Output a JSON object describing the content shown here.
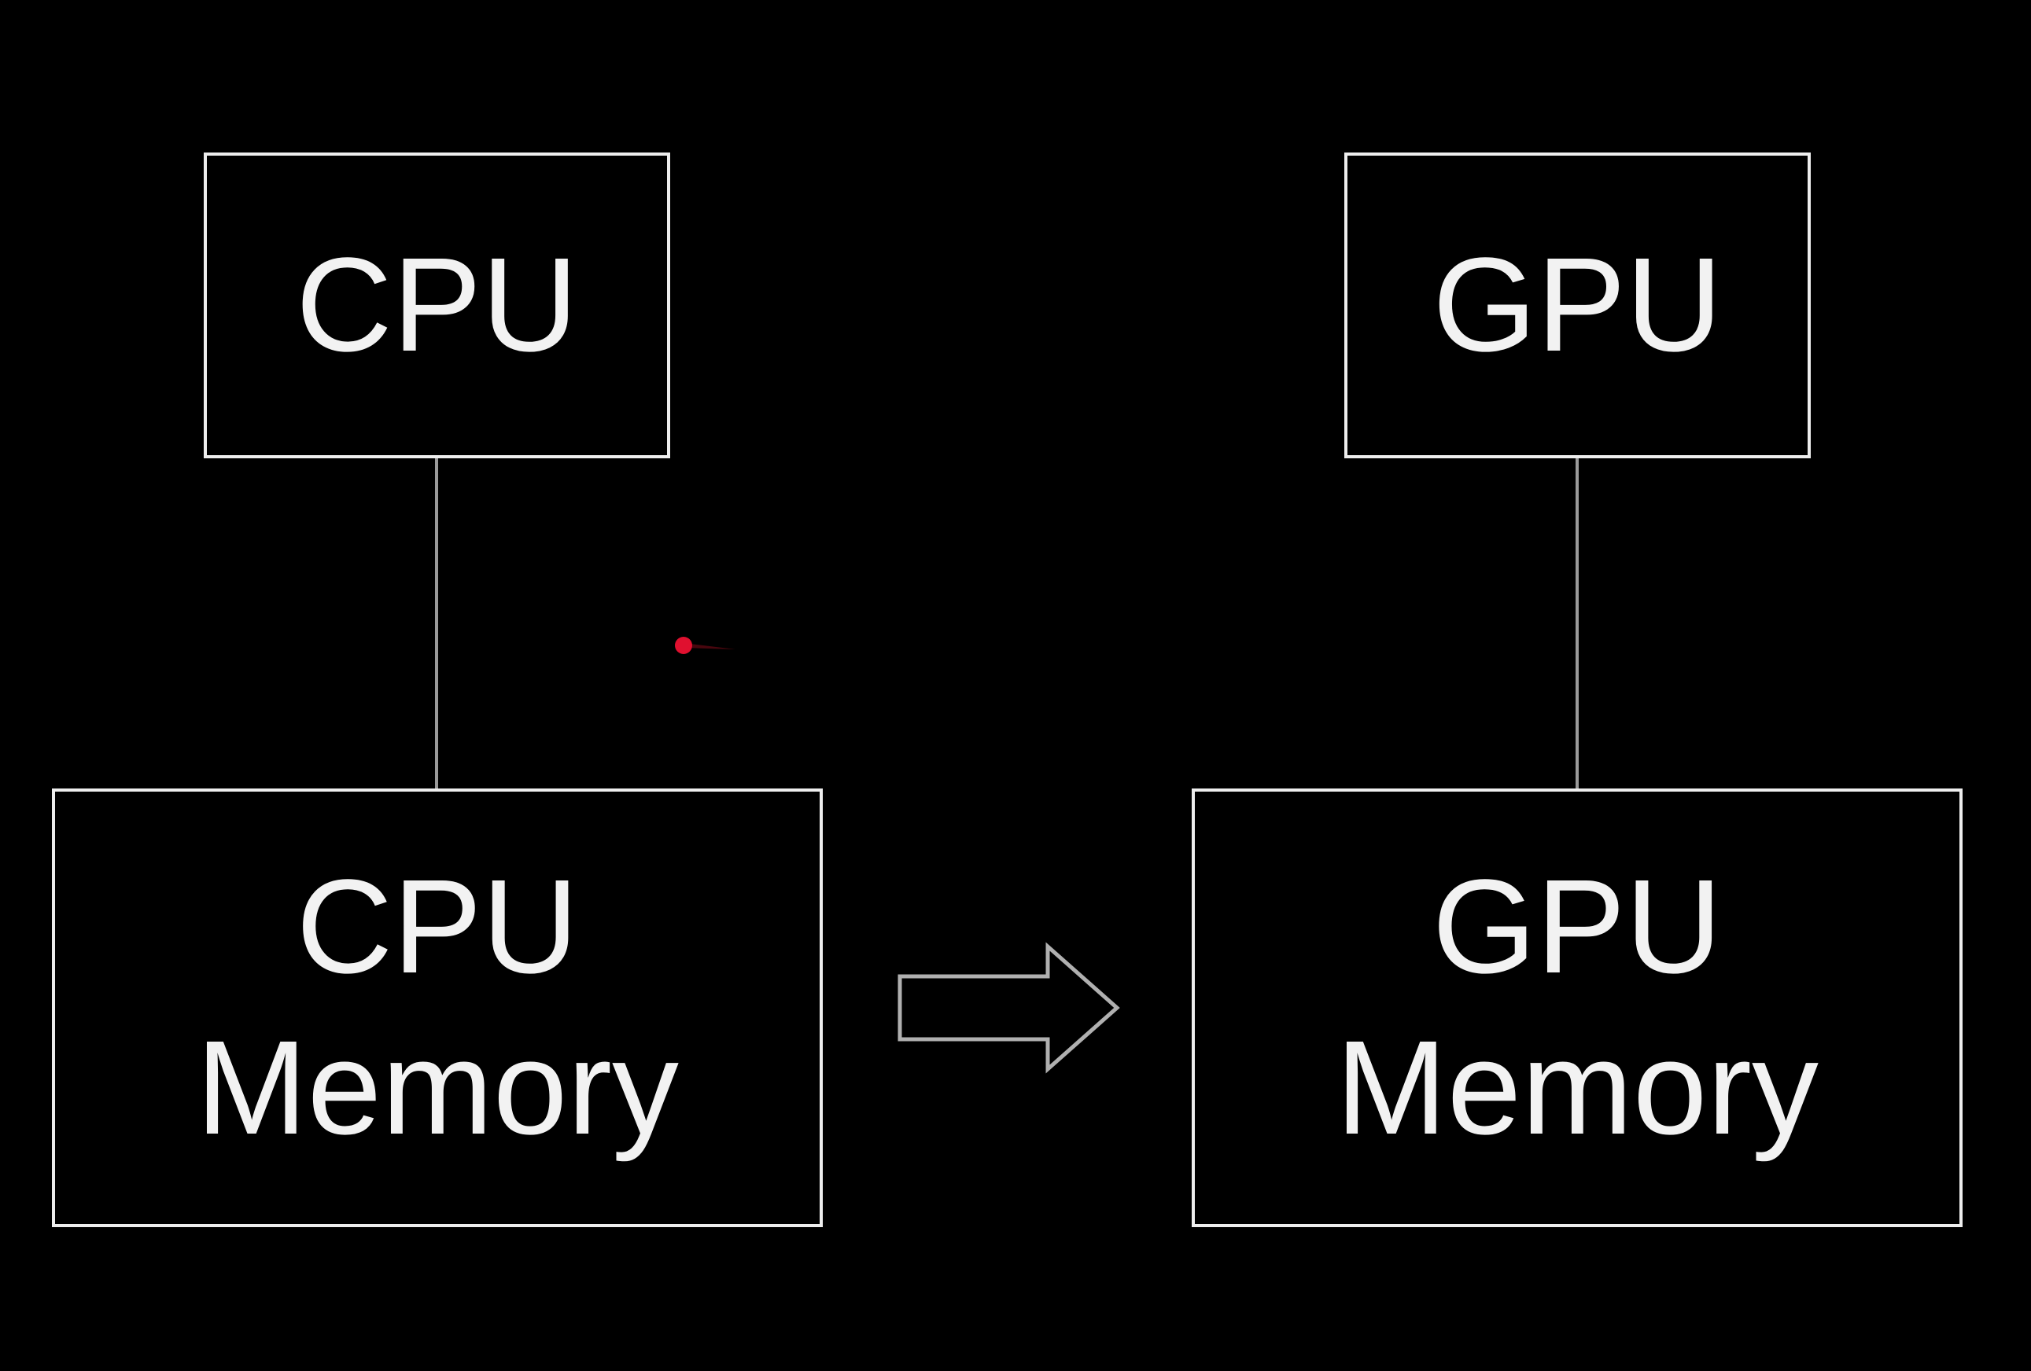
{
  "diagram": {
    "cpu": {
      "label": "CPU"
    },
    "gpu": {
      "label": "GPU"
    },
    "cpu_memory": {
      "line1": "CPU",
      "line2": "Memory"
    },
    "gpu_memory": {
      "line1": "GPU",
      "line2": "Memory"
    }
  },
  "colors": {
    "background": "#000000",
    "box_border": "#eeeeee",
    "text": "#f2f2f2",
    "connector": "#9a9a9a",
    "arrow_outline": "#b0b0b0",
    "pointer": "#e0102f"
  }
}
